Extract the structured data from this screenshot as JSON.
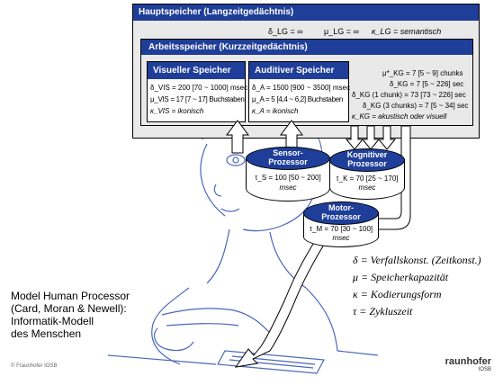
{
  "main_memory": {
    "title": "Hauptspeicher (Langzeitgedächtnis)",
    "params": [
      "δ_LG = ∞",
      "μ_LG = ∞",
      "κ_LG = semantisch"
    ]
  },
  "working_memory": {
    "title": "Arbeitsspeicher (Kurzzeitgedächtnis)",
    "params": [
      "μ*_KG = 7 [5 ~ 9] chunks",
      "δ_KG = 7 [5 ~ 226] sec",
      "δ_KG (1 chunk) = 73 [73 ~ 226] sec",
      "δ_KG (3 chunks) = 7 [5 ~ 34] sec",
      "κ_KG = akustisch oder visuell"
    ]
  },
  "visual_store": {
    "title": "Visueller Speicher",
    "params": [
      "δ_VIS = 200 [70 ~ 1000] msec",
      "μ_VIS = 17 [7 ~ 17] Buchstaben",
      "κ_VIS = ikonisch"
    ]
  },
  "auditory_store": {
    "title": "Auditiver Speicher",
    "params": [
      "δ_A = 1500 [900 ~ 3500] msec",
      "μ_A = 5 [4,4 ~ 6,2] Buchstaben",
      "κ_A = ikonisch"
    ]
  },
  "sensor_processor": {
    "title_1": "Sensor-",
    "title_2": "Prozessor",
    "value_1": "τ_S = 100 [50 ~ 200]",
    "value_2": "msec"
  },
  "cognitive_processor": {
    "title_1": "Kognitiver",
    "title_2": "Prozessor",
    "value_1": "τ_K = 70 [25 ~ 170]",
    "value_2": "msec"
  },
  "motor_processor": {
    "title_1": "Motor-",
    "title_2": "Prozessor",
    "value_1": "τ_M = 70 [30 ~ 100]",
    "value_2": "msec"
  },
  "legend": [
    "δ = Verfallskonst. (Zeitkonst.)",
    "μ = Speicherkapazität",
    "κ = Kodierungsform",
    "τ = Zykluszeit"
  ],
  "caption": [
    "Model Human Processor",
    "(Card, Moran & Newell):",
    "Informatik-Modell",
    "des Menschen"
  ],
  "footer_copyright": "© Fraunhofer IOSB",
  "logo": {
    "name": "raunhofer",
    "sub": "IOSB"
  },
  "colors": {
    "header_blue": "#1f3e99",
    "panel_gray": "#e9e9e9"
  }
}
